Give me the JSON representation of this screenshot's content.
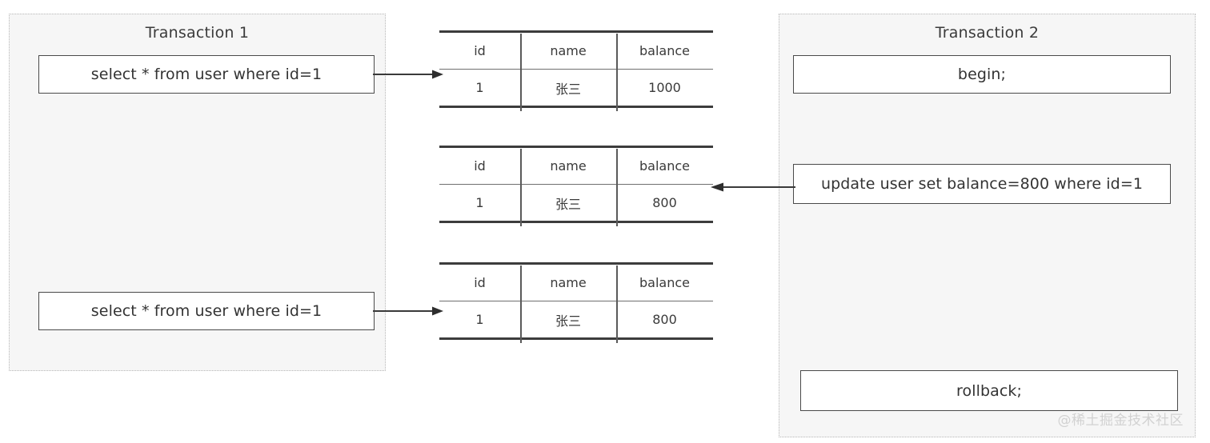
{
  "diagram": {
    "title_hidden": "MySQL dirty read transaction diagram",
    "watermark": "@稀土掘金技术社区"
  },
  "transaction1": {
    "title": "Transaction  1",
    "statements": [
      {
        "id": "select-1",
        "text": "select * from user where id=1"
      },
      {
        "id": "select-2",
        "text": "select * from user where id=1"
      }
    ]
  },
  "transaction2": {
    "title": "Transaction  2",
    "statements": [
      {
        "id": "begin",
        "text": "begin;"
      },
      {
        "id": "update",
        "text": "update user set balance=800 where id=1"
      },
      {
        "id": "rollback",
        "text": "rollback;"
      }
    ]
  },
  "tables": {
    "columns": [
      "id",
      "name",
      "balance"
    ],
    "snapshots": [
      {
        "id": 1,
        "row": [
          "1",
          "张三",
          "1000"
        ]
      },
      {
        "id": 2,
        "row": [
          "1",
          "张三",
          "800"
        ]
      },
      {
        "id": 3,
        "row": [
          "1",
          "张三",
          "800"
        ]
      }
    ]
  },
  "arrows": [
    {
      "name": "select1-to-table1",
      "direction": "right"
    },
    {
      "name": "select2-to-table3",
      "direction": "right"
    },
    {
      "name": "update-to-table2",
      "direction": "left"
    }
  ],
  "colors": {
    "panel_background": "#f6f6f6",
    "panel_border": "#b8b8b8",
    "box_border": "#4a4a4a",
    "rule_strong": "#3c3c3c",
    "rule_light": "#6f6f6f",
    "text": "#333333",
    "watermark": "#d2d2d2"
  }
}
